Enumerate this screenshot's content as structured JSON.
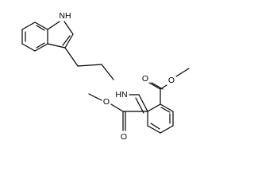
{
  "molecule": {
    "atom_labels": {
      "indole_nh": "NH",
      "amine_nh": "HN",
      "ester1_carbonyl_o": "O",
      "ester1_ether_o": "O",
      "ester2_carbonyl_o": "O",
      "ester2_ether_o": "O"
    }
  }
}
